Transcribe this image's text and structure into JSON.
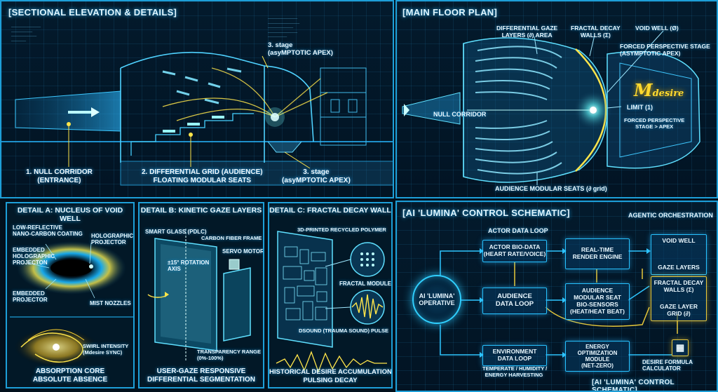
{
  "sectional": {
    "title": "[SECTIONAL ELEVATION & DETAILS]",
    "stage_top": "3. stage\n(asyMPTOTIC APEX)",
    "null_corridor": "1. NULL CORRIDOR\n(ENTRANCE)",
    "diff_grid": "2. DIFFERENTIAL GRID (AUDIENCE)\nFLOATING MODULAR SEATS",
    "stage_bottom": "3. stage\n(asyMPTOTIC APEX)"
  },
  "detail_a": {
    "title": "DETAIL A: NUCLEUS OF VOID WELL",
    "coating": "LOW-REFLECTIVE\nNANO-CARBON COATING",
    "holo_projector": "HOLOGRAPHIC\nPROJECTOR",
    "embedded_holo": "EMBEDDED\nHOLOGRAPHIC\nPROJECTON",
    "embedded_projector": "EMBEDDED\nPROJECTOR",
    "mist": "MIST NOZZLES",
    "swirl": "SWIRL INTENSITY\n(Mdesire SYNC)",
    "footer": "ABSORPTION CORE\nABSOLUTE ABSENCE"
  },
  "detail_b": {
    "title": "DETAIL B: KINETIC GAZE LAYERS",
    "smart_glass": "SMART GLASS (PDLC)",
    "carbon": "CARBON FIBER FRAME",
    "rotation": "±15° ROTATION\nAXIS",
    "servo": "SERVO MOTOR",
    "transparency": "TRANSPARENCY RANGE\n(0%-100%)",
    "footer": "USER-GAZE RESPONSIVE\nDIFFERENTIAL SEGMENTATION"
  },
  "detail_c": {
    "title": "DETAIL C: FRACTAL DECAY WALL",
    "polymer": "3D-PRINTED RECYCLED POLYMER",
    "fractal": "FRACTAL MODULE",
    "dsound": "DSOUND (TRAUMA SOUND) PULSE",
    "footer": "HISTORICAL DESIRE ACCUMULATION\nPULSING DECAY"
  },
  "floor_plan": {
    "title": "[MAIN FLOOR PLAN]",
    "gaze_layers": "DIFFERENTIAL GAZE\nLAYERS (∂) AREA",
    "fractal_walls": "FRACTAL DECAY\nWALLS (Σ)",
    "void_well": "VOID WELL (Ø)",
    "forced_stage": "FORCED PERSPECTIVE STAGE\n(ASYMPTOTIC APEX)",
    "m_desire": "M",
    "m_desire_sub": "desire",
    "limit": "LIMIT (1)",
    "forced_apex": "FORCED PERSPECTIVE\nSTAGE > APEX",
    "null_corridor": "NULL CORRIDOR",
    "audience_seats": "AUDIENCE MODULAR SEATS (∂ grid)"
  },
  "control": {
    "title": "[AI 'LUMINA' CONTROL SCHEMATIC]",
    "agentic": "AGENTIC ORCHESTRATION",
    "actor_loop": "ACTOR DATA LOOP",
    "actor_bio": "ACTOR BIO-DATA\n(HEART RATE/VOICE)",
    "realtime": "REAL-TIME\nRENDER ENGINE",
    "void_well": "VOID WELL",
    "gaze_layers": "GAZE LAYERS",
    "ai_core": "AI 'LUMINA'\nOPERATIVE",
    "audience_loop": "AUDIENCE\nDATA LOOP",
    "audience_seat": "AUDIENCE\nMODULAR SEAT\nBIO-SENSORS\n(HEAT/HEAT BEAT)",
    "fractal_walls": "FRACTAL DECAY\nWALLS (Σ)",
    "gaze_grid": "GAZE LAYER\nGRID (∂)",
    "env_loop": "ENVIRONMENT\nDATA LOOP",
    "env_sub": "TEMPERATE / HUMIDITY /\nENERGY HARVESTING",
    "energy": "ENERGY\nOPTIMIZATION\nMODULE\n(NET-ZERO)",
    "desire_calc": "DESIRE FORMULA\nCALCULATOR",
    "footer_title": "[AI 'LUMINA' CONTROL SCHEMATIC]"
  }
}
